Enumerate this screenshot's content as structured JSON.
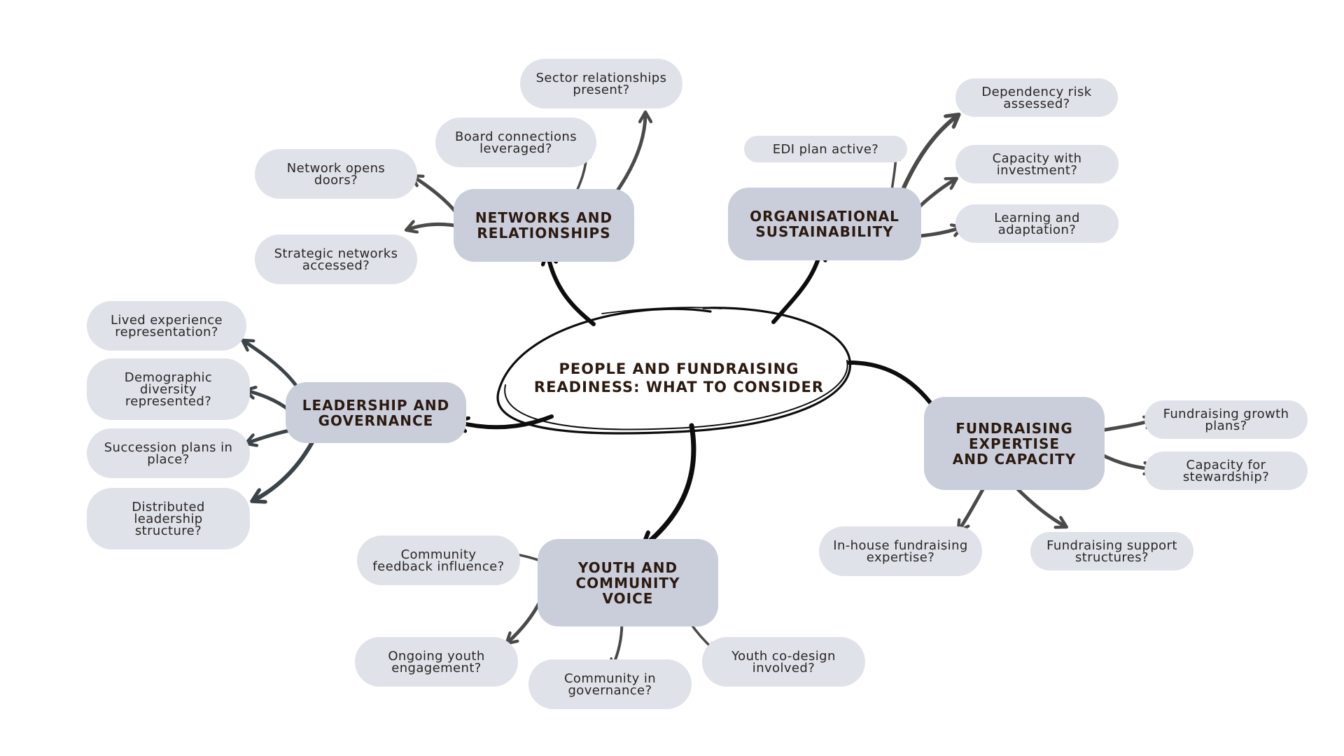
{
  "center": {
    "title": "PEOPLE AND FUNDRAISING\nREADINESS: WHAT TO CONSIDER"
  },
  "categories": {
    "networks": "NETWORKS AND\nRELATIONSHIPS",
    "sustainability": "ORGANISATIONAL\nSUSTAINABILITY",
    "leadership": "LEADERSHIP AND\nGOVERNANCE",
    "fundraising": "FUNDRAISING\nEXPERTISE\nAND CAPACITY",
    "youth": "YOUTH AND\nCOMMUNITY\nVOICE"
  },
  "questions": {
    "networks": {
      "sector": "Sector relationships\npresent?",
      "board": "Board connections\nleveraged?",
      "doors": "Network opens\ndoors?",
      "strategic": "Strategic networks\naccessed?"
    },
    "sustainability": {
      "edi": "EDI plan active?",
      "dependency": "Dependency risk\nassessed?",
      "capacity": "Capacity with\ninvestment?",
      "learning": "Learning and\nadaptation?"
    },
    "leadership": {
      "lived": "Lived experience\nrepresentation?",
      "demographic": "Demographic\ndiversity\nrepresented?",
      "succession": "Succession plans in\nplace?",
      "distributed": "Distributed\nleadership\nstructure?"
    },
    "fundraising": {
      "growth": "Fundraising growth\nplans?",
      "stewardship": "Capacity for\nstewardship?",
      "inhouse": "In-house fundraising\nexpertise?",
      "support": "Fundraising support\nstructures?"
    },
    "youth": {
      "feedback": "Community\nfeedback influence?",
      "ongoing": "Ongoing youth\nengagement?",
      "governance": "Community in\ngovernance?",
      "codesign": "Youth co-design\ninvolved?"
    }
  },
  "colors": {
    "pill": "#dfe2e9",
    "category": "#c9ceda",
    "arrow_main": "#0d0d0d",
    "arrow_secondary": "#4a4a4a",
    "text": "#2c1a10"
  }
}
